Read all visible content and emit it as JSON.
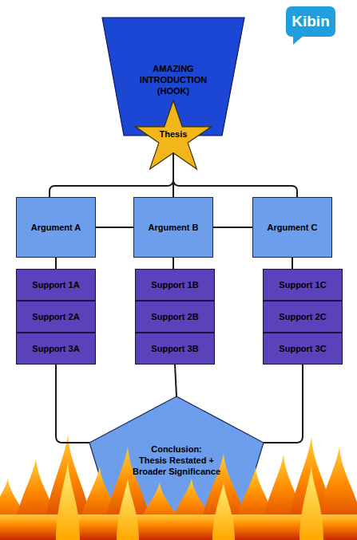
{
  "diagram": {
    "nodes": [
      {
        "text": [
          "AMAZING INTRODUCTION (HOOK)"
        ]
      },
      {
        "text": [
          "Thesis"
        ]
      },
      {
        "text": [
          "Argument A"
        ]
      },
      {
        "text": [
          "Argument B"
        ]
      },
      {
        "text": [
          "Argument C"
        ]
      },
      {
        "text": [
          "Support 1A"
        ]
      },
      {
        "text": [
          "Support 1B"
        ]
      },
      {
        "text": [
          "Support 1C"
        ]
      },
      {
        "text": [
          "Support 2A"
        ]
      },
      {
        "text": [
          "Support 2B"
        ]
      },
      {
        "text": [
          "Support 2C"
        ]
      },
      {
        "text": [
          "Support 3A"
        ]
      },
      {
        "text": [
          "Support 3B"
        ]
      },
      {
        "text": [
          "Support 3C"
        ]
      },
      {
        "text": [
          "Conclusion:",
          "Thesis Restated + Broader Significance"
        ]
      }
    ],
    "edges": [
      {
        "from": 1,
        "to": 2,
        "arrow": "none"
      },
      {
        "from": 1,
        "to": 3,
        "arrow": "none"
      },
      {
        "from": 1,
        "to": 4,
        "arrow": "none"
      },
      {
        "from": 2,
        "to": 3,
        "arrow": "none"
      },
      {
        "from": 3,
        "to": 4,
        "arrow": "none"
      },
      {
        "from": 2,
        "to": 5,
        "arrow": "none"
      },
      {
        "from": 3,
        "to": 6,
        "arrow": "none"
      },
      {
        "from": 4,
        "to": 7,
        "arrow": "none"
      },
      {
        "from": 11,
        "to": 14,
        "arrow": "none"
      },
      {
        "from": 12,
        "to": 14,
        "arrow": "none"
      },
      {
        "from": 13,
        "to": 14,
        "arrow": "none"
      }
    ],
    "labels": [
      "Kibin"
    ]
  }
}
